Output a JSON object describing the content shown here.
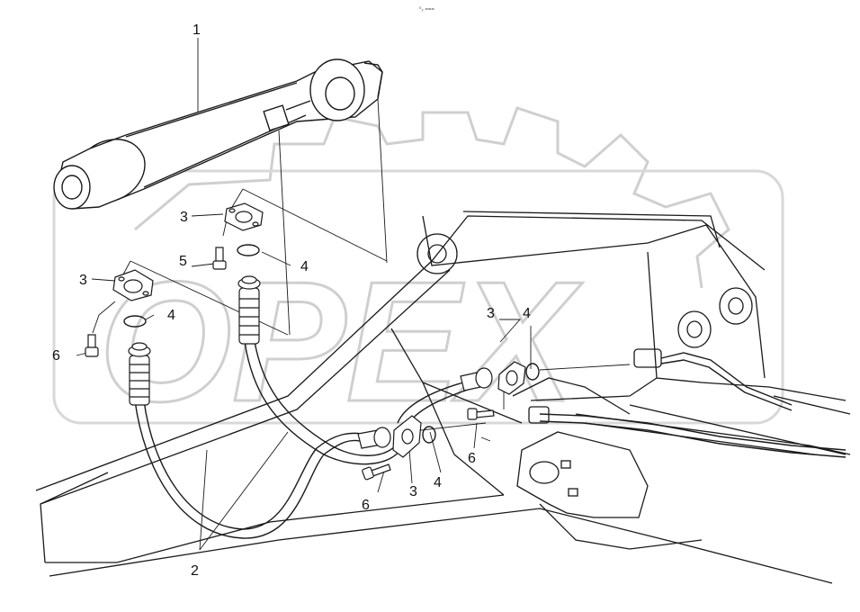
{
  "header_mark": "⁰₂ ===",
  "watermark": {
    "text": "OPEX"
  },
  "callouts": {
    "c1": "1",
    "c2": "2",
    "c3a": "3",
    "c3b": "3",
    "c3c": "3",
    "c3d": "3",
    "c4a": "4",
    "c4b": "4",
    "c4c": "4",
    "c4d": "4",
    "c5": "5",
    "c6a": "6",
    "c6b": "6",
    "c6c": "6"
  },
  "colors": {
    "line": "#1a1a1a",
    "watermark": "#cfcfcf",
    "background": "#ffffff"
  }
}
